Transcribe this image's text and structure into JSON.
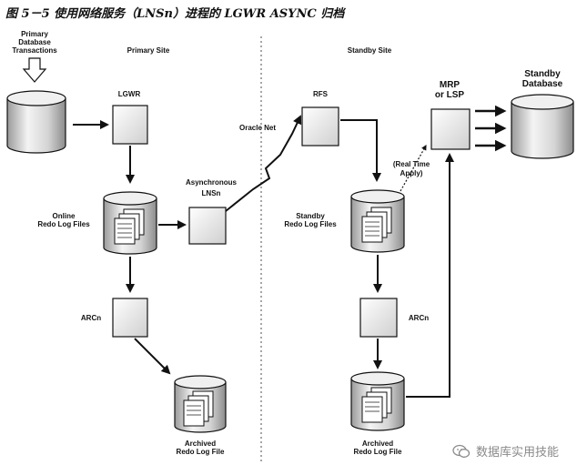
{
  "caption": "图 5－5  使用网络服务（LNSn）进程的 LGWR ASYNC 归档",
  "watermark": "数据库实用技能",
  "sites": {
    "primary": "Primary Site",
    "standby": "Standby Site"
  },
  "labels": {
    "primary_tx": [
      "Primary",
      "Database",
      "Transactions"
    ],
    "lgwr": "LGWR",
    "online_redo": [
      "Online",
      "Redo Log Files"
    ],
    "async": "Asynchronous",
    "lnsn": "LNSn",
    "arcn_primary": "ARCn",
    "archived_primary": [
      "Archived",
      "Redo Log File"
    ],
    "oracle_net": "Oracle Net",
    "rfs": "RFS",
    "standby_redo": [
      "Standby",
      "Redo Log Files"
    ],
    "realtime": [
      "(Real Time",
      "Apply)"
    ],
    "mrp": [
      "MRP",
      "or LSP"
    ],
    "standby_db": [
      "Standby",
      "Database"
    ],
    "arcn_standby": "ARCn",
    "archived_standby": [
      "Archived",
      "Redo Log File"
    ]
  },
  "icons": [
    "database-icon",
    "redo-log-files-icon",
    "process-box-icon",
    "arrow-icon",
    "lightning-link-icon",
    "wechat-icon"
  ]
}
